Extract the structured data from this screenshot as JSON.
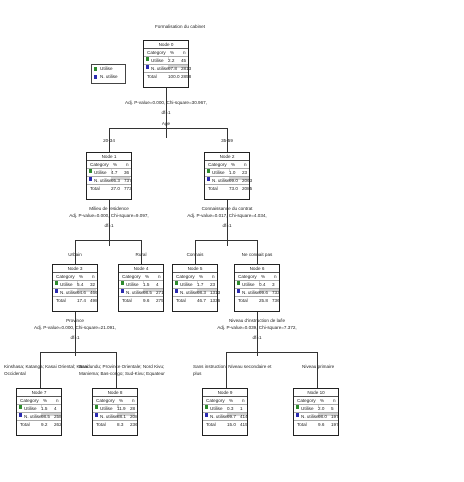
{
  "colors": {
    "utilise": "#2e8b2e",
    "nutilise": "#2b2bb0",
    "bar": "#808080"
  },
  "title": "Formalisation du cabinet",
  "legend": [
    {
      "label": "Utilise"
    },
    {
      "label": "N. utilise"
    }
  ],
  "column_header": {
    "category": "Category",
    "pct": "%",
    "n": "n"
  },
  "nodes": [
    {
      "id": "Node 0",
      "rows": [
        {
          "label": "Utilise",
          "pct": "2.2",
          "n": "45"
        },
        {
          "label": "N. utilise",
          "pct": "97.8",
          "n": "2813"
        }
      ],
      "total": {
        "label": "Total",
        "pct": "100.0",
        "n": "2858"
      }
    },
    {
      "id": "Node 1",
      "rows": [
        {
          "label": "Utilise",
          "pct": "4.7",
          "n": "36"
        },
        {
          "label": "N. utilise",
          "pct": "95.3",
          "n": "737"
        }
      ],
      "total": {
        "label": "Total",
        "pct": "27.0",
        "n": "773"
      }
    },
    {
      "id": "Node 2",
      "rows": [
        {
          "label": "Utilise",
          "pct": "1.0",
          "n": "23"
        },
        {
          "label": "N. utilise",
          "pct": "99.0",
          "n": "2063"
        }
      ],
      "total": {
        "label": "Total",
        "pct": "73.0",
        "n": "2085"
      }
    },
    {
      "id": "Node 3",
      "rows": [
        {
          "label": "Utilise",
          "pct": "5.4",
          "n": "32"
        },
        {
          "label": "N. utilise",
          "pct": "94.6",
          "n": "466"
        }
      ],
      "total": {
        "label": "Total",
        "pct": "17.4",
        "n": "498"
      }
    },
    {
      "id": "Node 4",
      "rows": [
        {
          "label": "Utilise",
          "pct": "1.5",
          "n": "4"
        },
        {
          "label": "N. utilise",
          "pct": "98.5",
          "n": "271"
        }
      ],
      "total": {
        "label": "Total",
        "pct": "9.6",
        "n": "275"
      }
    },
    {
      "id": "Node 5",
      "rows": [
        {
          "label": "Utilise",
          "pct": "1.7",
          "n": "23"
        },
        {
          "label": "N. utilise",
          "pct": "98.3",
          "n": "1313"
        }
      ],
      "total": {
        "label": "Total",
        "pct": "46.7",
        "n": "1336"
      }
    },
    {
      "id": "Node 6",
      "rows": [
        {
          "label": "Utilise",
          "pct": "0.4",
          "n": "3"
        },
        {
          "label": "N. utilise",
          "pct": "99.6",
          "n": "733"
        }
      ],
      "total": {
        "label": "Total",
        "pct": "25.8",
        "n": "736"
      }
    },
    {
      "id": "Node 7",
      "rows": [
        {
          "label": "Utilise",
          "pct": "1.5",
          "n": "4"
        },
        {
          "label": "N. utilise",
          "pct": "98.5",
          "n": "258"
        }
      ],
      "total": {
        "label": "Total",
        "pct": "9.2",
        "n": "262"
      }
    },
    {
      "id": "Node 8",
      "rows": [
        {
          "label": "Utilise",
          "pct": "11.9",
          "n": "28"
        },
        {
          "label": "N. utilise",
          "pct": "88.1",
          "n": "208"
        }
      ],
      "total": {
        "label": "Total",
        "pct": "8.3",
        "n": "236"
      }
    },
    {
      "id": "Node 9",
      "rows": [
        {
          "label": "Utilise",
          "pct": "0.3",
          "n": "1"
        },
        {
          "label": "N. utilise",
          "pct": "99.7",
          "n": "414"
        }
      ],
      "total": {
        "label": "Total",
        "pct": "15.0",
        "n": "415"
      }
    },
    {
      "id": "Node 10",
      "rows": [
        {
          "label": "Utilise",
          "pct": "2.0",
          "n": "5"
        },
        {
          "label": "N. utilise",
          "pct": "98.0",
          "n": "197"
        }
      ],
      "total": {
        "label": "Total",
        "pct": "9.6",
        "n": "197"
      }
    }
  ],
  "splits": [
    {
      "var": "Age",
      "stat": "Adj. P-value=0.000, Chi-square=30.967,",
      "df": "df=1"
    },
    {
      "var": "Milieu de residence",
      "stat": "Adj. P-value=0.000, Chi-square=9.097,",
      "df": "df=1"
    },
    {
      "var": "Connaissance du contrat",
      "stat": "Adj. P-value=0.017, Chi-square=4.034,",
      "df": "df=1"
    },
    {
      "var": "Province",
      "stat": "Adj. P-value=0.000, Chi-square=21.091,",
      "df": "df=1"
    },
    {
      "var": "Niveau d'instruction de la/le",
      "stat": "Adj. P-value=0.039, Chi-square=7.372,",
      "df": "df=1"
    }
  ],
  "branches": {
    "b1": "20-34",
    "b2": "35-59",
    "b3": "Urbain",
    "b4": "Rural",
    "b5": "Connais",
    "b6": "Ne connait pas",
    "b7a": "Kinshasa; Katanga; Kasai Oriental; Kasai",
    "b7b": "Occidental",
    "b8a": "Bandundu; Province Orientale; Nord Kivu;",
    "b8b": "Maniema; Bas-congo; Sud-Kivu; Equateur",
    "b9a": "Sans instruction; Niveau secondaire et",
    "b9b": "plus",
    "b10": "Niveau primaire"
  }
}
